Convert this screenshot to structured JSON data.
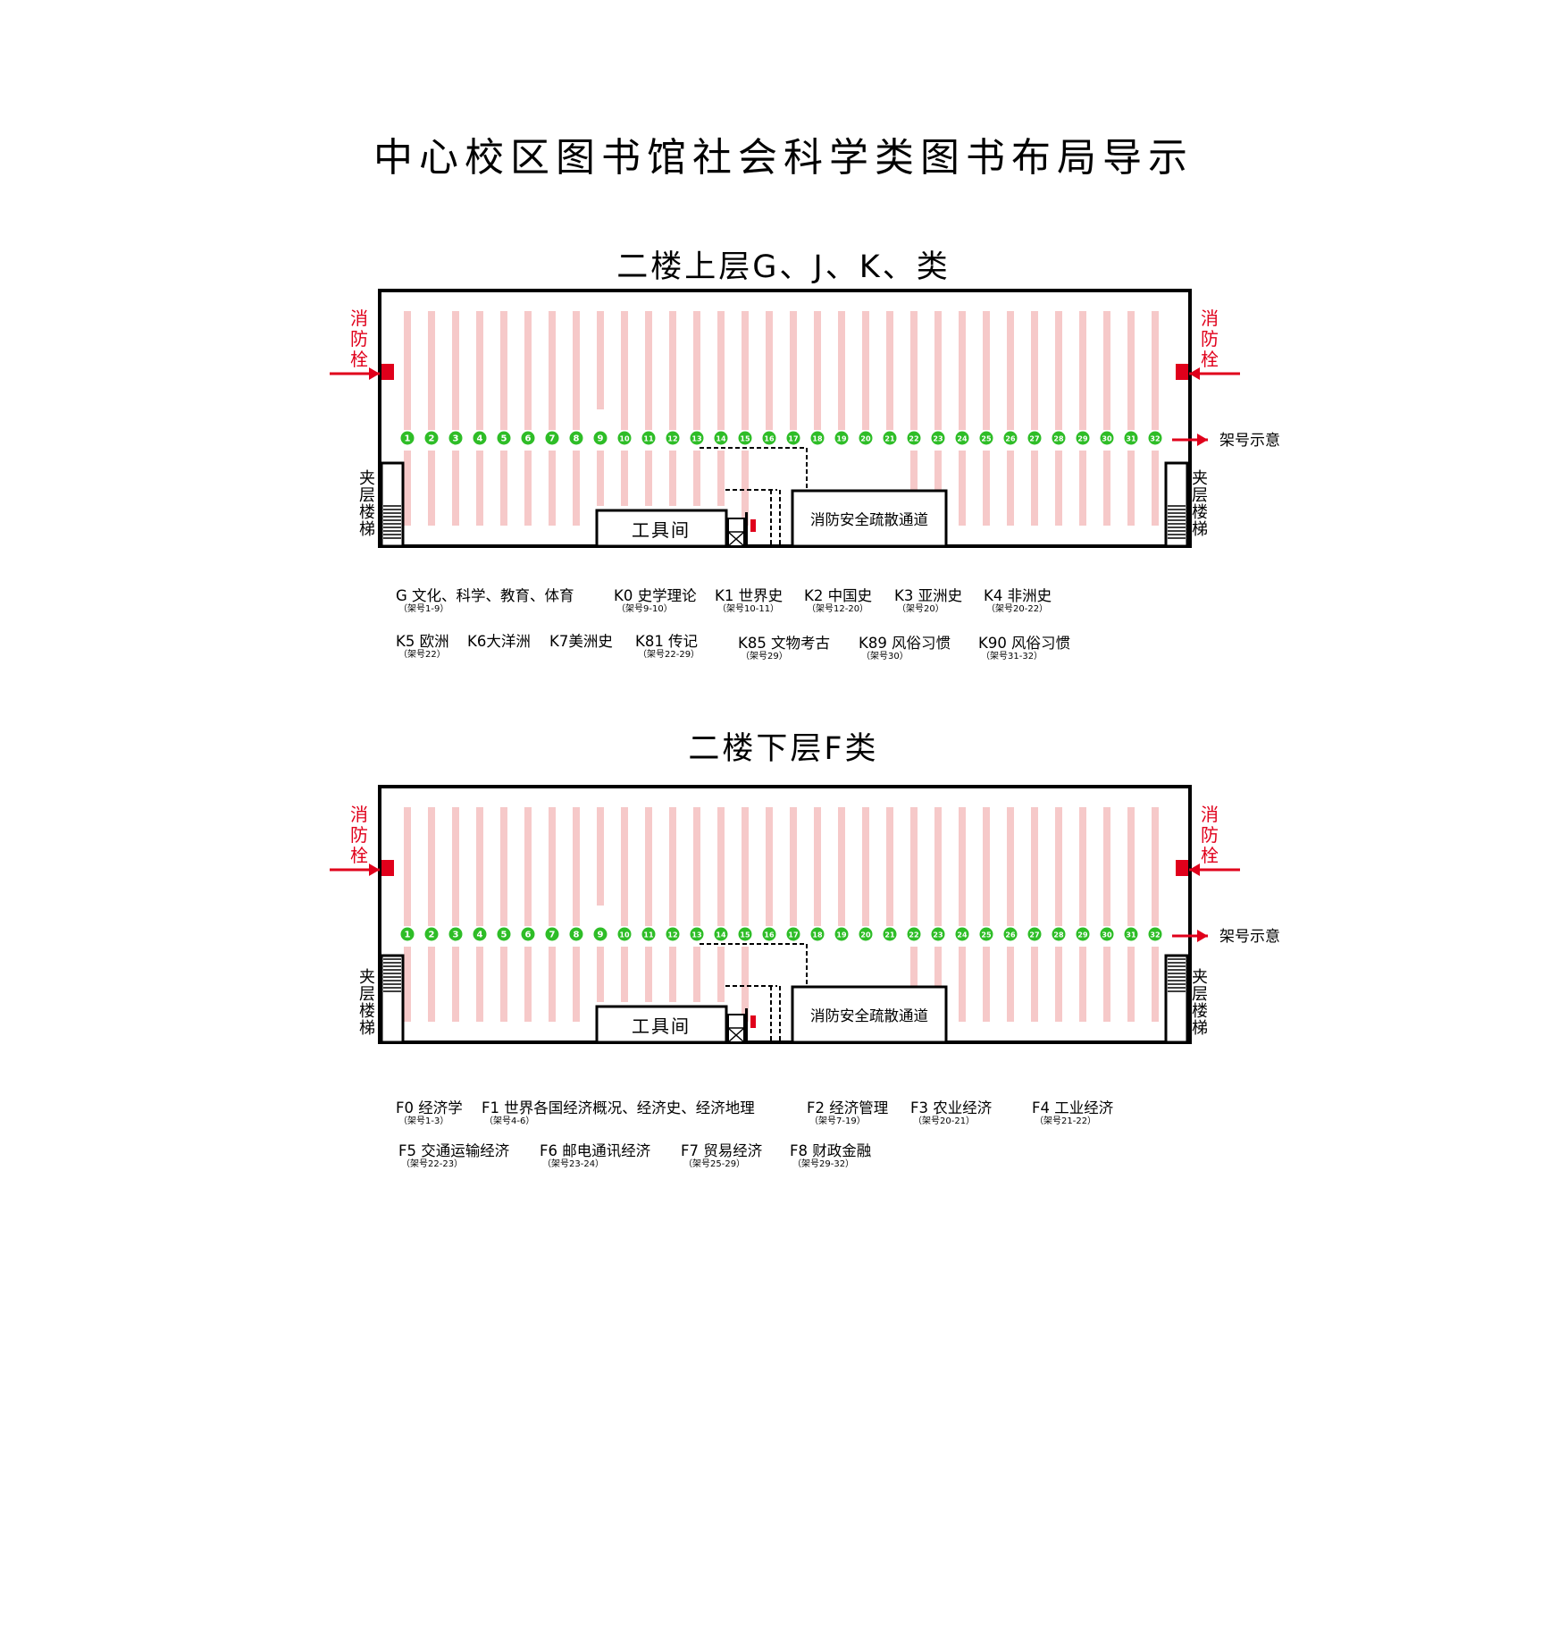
{
  "title": "中心校区图书馆社会科学类图书布局导示",
  "shelf_numbers": [
    "1",
    "2",
    "3",
    "4",
    "5",
    "6",
    "7",
    "8",
    "9",
    "10",
    "11",
    "12",
    "13",
    "14",
    "15",
    "16",
    "17",
    "18",
    "19",
    "20",
    "21",
    "22",
    "23",
    "24",
    "25",
    "26",
    "27",
    "28",
    "29",
    "30",
    "31",
    "32"
  ],
  "plan_labels": {
    "hydrant": "消防栓",
    "stairs": "夹层楼梯",
    "tool_room": "工具间",
    "escape": "消防安全疏散通道",
    "shelf_hint": "架号示意"
  },
  "colors": {
    "shelf": "#f6c9c9",
    "number": "#2ebd27",
    "fire": "#e0001b",
    "wall": "#000000"
  },
  "floors": [
    {
      "id": "upper",
      "title": "二楼上层G、J、K、类",
      "legend": [
        {
          "name": "G 文化、科学、教育、体育",
          "sub": "（架号1-9）"
        },
        {
          "name": "K0 史学理论",
          "sub": "（架号9-10）"
        },
        {
          "name": "K1 世界史",
          "sub": "（架号10-11）"
        },
        {
          "name": "K2 中国史",
          "sub": "（架号12-20）"
        },
        {
          "name": "K3 亚洲史",
          "sub": "（架号20）"
        },
        {
          "name": "K4 非洲史",
          "sub": "（架号20-22）"
        },
        {
          "name": "K5 欧洲",
          "sub": "（架号22）"
        },
        {
          "name": "K6大洋洲",
          "sub": ""
        },
        {
          "name": "K7美洲史",
          "sub": ""
        },
        {
          "name": "K81 传记",
          "sub": "（架号22-29）"
        },
        {
          "name": "K85 文物考古",
          "sub": "（架号29）"
        },
        {
          "name": "K89 风俗习惯",
          "sub": "（架号30）"
        },
        {
          "name": "K90 风俗习惯",
          "sub": "（架号31-32）"
        }
      ]
    },
    {
      "id": "lower",
      "title": "二楼下层F类",
      "legend": [
        {
          "name": "F0 经济学",
          "sub": "（架号1-3）"
        },
        {
          "name": "F1 世界各国经济概况、经济史、经济地理",
          "sub": "（架号4-6）"
        },
        {
          "name": "F2 经济管理",
          "sub": "（架号7-19）"
        },
        {
          "name": "F3 农业经济",
          "sub": "（架号20-21）"
        },
        {
          "name": "F4 工业经济",
          "sub": "（架号21-22）"
        },
        {
          "name": "F5 交通运输经济",
          "sub": "（架号22-23）"
        },
        {
          "name": "F6 邮电通讯经济",
          "sub": "（架号23-24）"
        },
        {
          "name": "F7 贸易经济",
          "sub": "（架号25-29）"
        },
        {
          "name": "F8 财政金融",
          "sub": "（架号29-32）"
        }
      ]
    }
  ]
}
